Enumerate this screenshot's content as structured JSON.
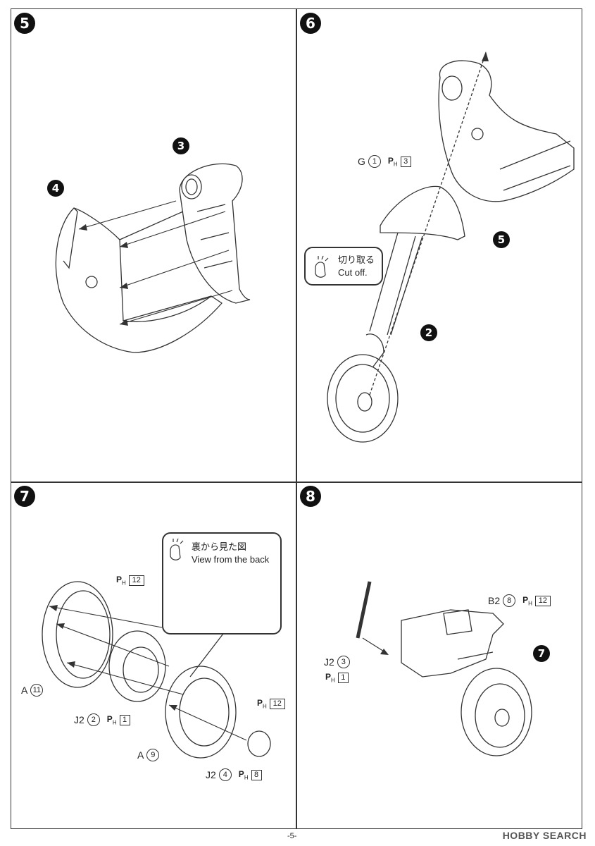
{
  "page": {
    "number": "-5-",
    "watermark": "HOBBY SEARCH"
  },
  "steps": {
    "s5": {
      "num": "5",
      "refs": {
        "r3": "3",
        "r4": "4"
      }
    },
    "s6": {
      "num": "6",
      "part_g": {
        "letter": "G",
        "num": "1",
        "ph": "P",
        "ph_sub": "H",
        "box": "3"
      },
      "cut_jp": "切り取る",
      "cut_en": "Cut off.",
      "refs": {
        "r5": "5",
        "r2": "2"
      }
    },
    "s7": {
      "num": "7",
      "back_jp": "裏から見た図",
      "back_en": "View from the back",
      "ph12a": {
        "ph": "P",
        "ph_sub": "H",
        "box": "12"
      },
      "ph12b": {
        "ph": "P",
        "ph_sub": "H",
        "box": "12"
      },
      "a11": {
        "letter": "A",
        "num": "11"
      },
      "j2_2": {
        "letter": "J2",
        "num": "2",
        "ph": "P",
        "ph_sub": "H",
        "box": "1"
      },
      "a9": {
        "letter": "A",
        "num": "9"
      },
      "j2_4": {
        "letter": "J2",
        "num": "4",
        "ph": "P",
        "ph_sub": "H",
        "box": "8"
      }
    },
    "s8": {
      "num": "8",
      "b2": {
        "letter": "B2",
        "num": "8",
        "ph": "P",
        "ph_sub": "H",
        "box": "12"
      },
      "j2_3": {
        "letter": "J2",
        "num": "3",
        "ph": "P",
        "ph_sub": "H",
        "box": "1"
      },
      "ref7": "7"
    }
  }
}
